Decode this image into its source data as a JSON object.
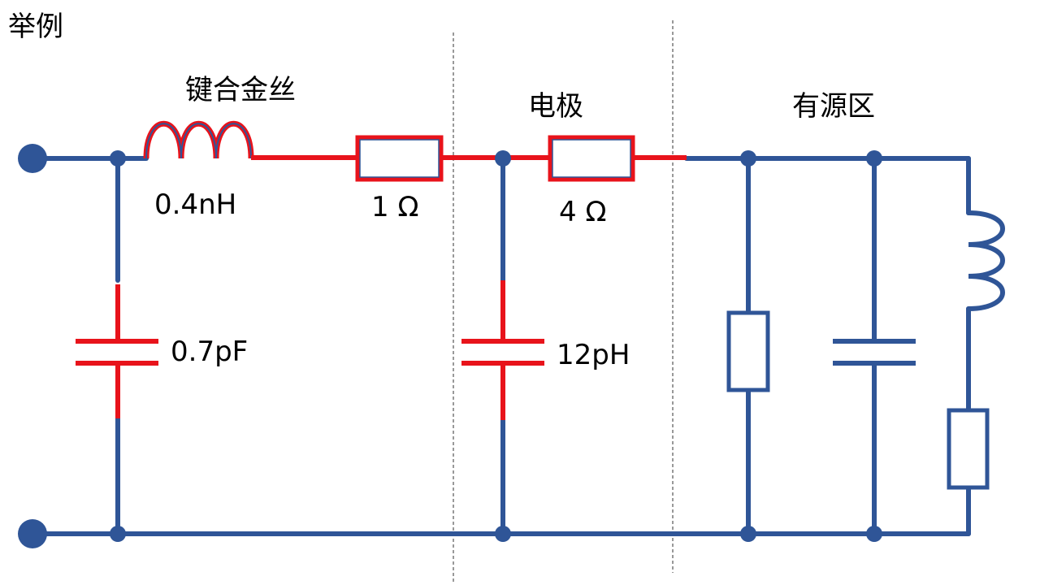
{
  "page": {
    "title": "举例"
  },
  "sections": {
    "bond_wire": "键合金丝",
    "electrode": "电极",
    "active_region": "有源区"
  },
  "components": {
    "bond_wire_inductance": "0.4nH",
    "series_resistance_1": "1 Ω",
    "series_resistance_2": "4 Ω",
    "pad_capacitance": "0.7pF",
    "electrode_capacitance": "12pH"
  },
  "colors": {
    "wire": "#2f5597",
    "highlight": "#e8131b"
  }
}
